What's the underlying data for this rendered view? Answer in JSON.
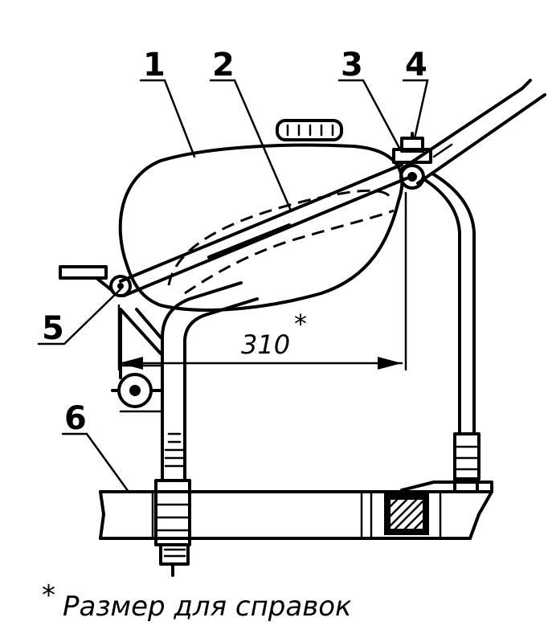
{
  "callouts": [
    {
      "id": "1",
      "text": "1"
    },
    {
      "id": "2",
      "text": "2"
    },
    {
      "id": "3",
      "text": "3"
    },
    {
      "id": "4",
      "text": "4"
    },
    {
      "id": "5",
      "text": "5"
    },
    {
      "id": "6",
      "text": "6"
    }
  ],
  "dimension": {
    "value": "310",
    "mark": "*"
  },
  "footnote": {
    "mark": "*",
    "text": "Размер для справок"
  }
}
